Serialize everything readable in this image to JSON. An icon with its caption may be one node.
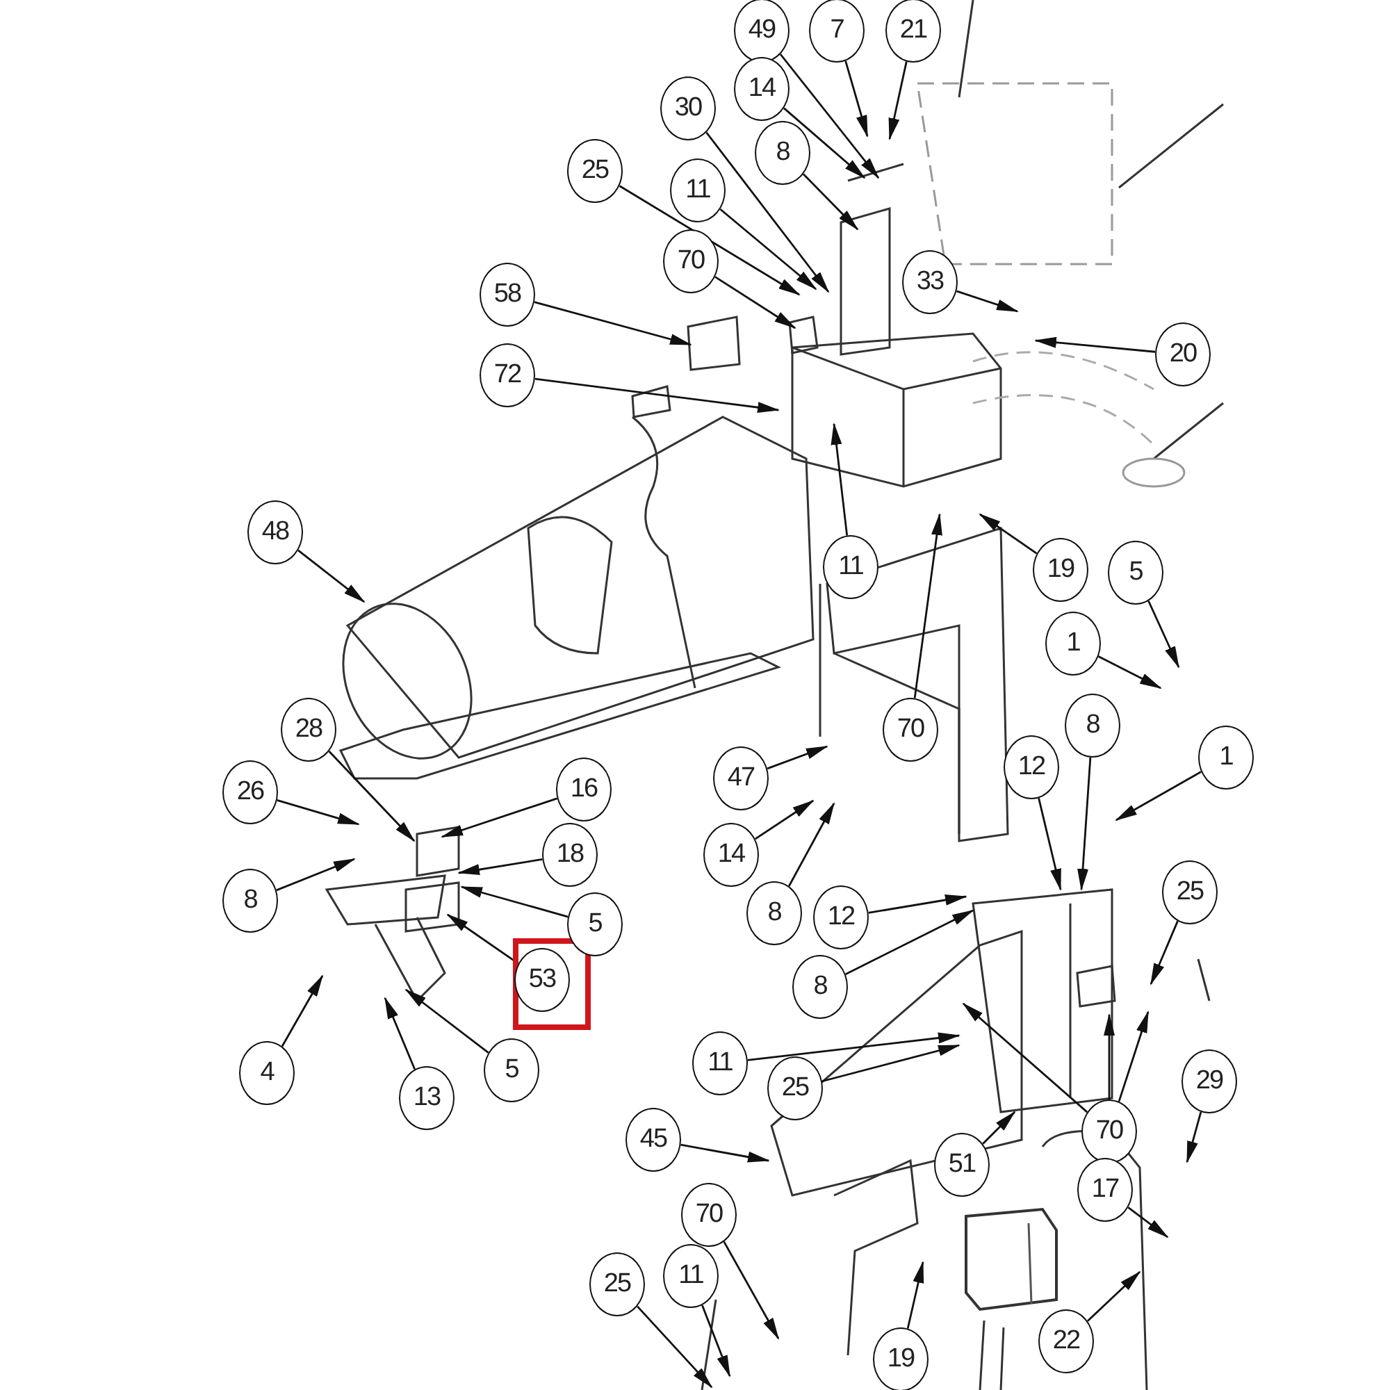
{
  "diagram": {
    "nodes": [
      {
        "text": [
          "49"
        ]
      },
      {
        "text": [
          "7"
        ]
      },
      {
        "text": [
          "21"
        ]
      },
      {
        "text": [
          "14"
        ]
      },
      {
        "text": [
          "30"
        ]
      },
      {
        "text": [
          "8"
        ]
      },
      {
        "text": [
          "25"
        ]
      },
      {
        "text": [
          "11"
        ]
      },
      {
        "text": [
          "70"
        ]
      },
      {
        "text": [
          "33"
        ]
      },
      {
        "text": [
          "20"
        ]
      },
      {
        "text": [
          "58"
        ]
      },
      {
        "text": [
          "72"
        ]
      },
      {
        "text": [
          "48"
        ]
      },
      {
        "text": [
          "11"
        ]
      },
      {
        "text": [
          "19"
        ]
      },
      {
        "text": [
          "70"
        ]
      },
      {
        "text": [
          "5"
        ]
      },
      {
        "text": [
          "1"
        ]
      },
      {
        "text": [
          "8"
        ]
      },
      {
        "text": [
          "12"
        ]
      },
      {
        "text": [
          "28"
        ]
      },
      {
        "text": [
          "26"
        ]
      },
      {
        "text": [
          "16"
        ]
      },
      {
        "text": [
          "18"
        ]
      },
      {
        "text": [
          "5"
        ]
      },
      {
        "text": [
          "8"
        ]
      },
      {
        "text": [
          "53"
        ]
      },
      {
        "text": [
          "4"
        ]
      },
      {
        "text": [
          "13"
        ]
      },
      {
        "text": [
          "5"
        ]
      },
      {
        "text": [
          "47"
        ]
      },
      {
        "text": [
          "14"
        ]
      },
      {
        "text": [
          "8"
        ]
      },
      {
        "text": [
          "12"
        ]
      },
      {
        "text": [
          "8"
        ]
      },
      {
        "text": [
          "11"
        ]
      },
      {
        "text": [
          "25"
        ]
      },
      {
        "text": [
          "45"
        ]
      },
      {
        "text": [
          "70"
        ]
      },
      {
        "text": [
          "25"
        ]
      },
      {
        "text": [
          "11"
        ]
      },
      {
        "text": [
          "51"
        ]
      },
      {
        "text": [
          "19"
        ]
      },
      {
        "text": [
          "70"
        ]
      },
      {
        "text": [
          "17"
        ]
      },
      {
        "text": [
          "22"
        ]
      },
      {
        "text": [
          "29"
        ]
      },
      {
        "text": [
          "25"
        ]
      },
      {
        "text": [
          "1"
        ]
      }
    ],
    "edges": [
      {
        "from": 0,
        "to": null,
        "arrow": "to"
      },
      {
        "from": 1,
        "to": null,
        "arrow": "to"
      },
      {
        "from": 2,
        "to": null,
        "arrow": "to"
      },
      {
        "from": 3,
        "to": null,
        "arrow": "to"
      },
      {
        "from": 4,
        "to": null,
        "arrow": "to"
      },
      {
        "from": 5,
        "to": null,
        "arrow": "to"
      },
      {
        "from": 6,
        "to": null,
        "arrow": "to"
      },
      {
        "from": 7,
        "to": null,
        "arrow": "to"
      },
      {
        "from": 8,
        "to": null,
        "arrow": "to"
      },
      {
        "from": 9,
        "to": null,
        "arrow": "to"
      },
      {
        "from": 10,
        "to": null,
        "arrow": "to"
      },
      {
        "from": 11,
        "to": null,
        "arrow": "to"
      },
      {
        "from": 12,
        "to": null,
        "arrow": "to"
      },
      {
        "from": 13,
        "to": null,
        "arrow": "to"
      },
      {
        "from": 14,
        "to": null,
        "arrow": "to"
      },
      {
        "from": 15,
        "to": null,
        "arrow": "to"
      },
      {
        "from": 16,
        "to": null,
        "arrow": "to"
      },
      {
        "from": 17,
        "to": null,
        "arrow": "to"
      },
      {
        "from": 18,
        "to": null,
        "arrow": "to"
      },
      {
        "from": 19,
        "to": null,
        "arrow": "to"
      },
      {
        "from": 20,
        "to": null,
        "arrow": "to"
      },
      {
        "from": 21,
        "to": null,
        "arrow": "to"
      },
      {
        "from": 22,
        "to": null,
        "arrow": "to"
      },
      {
        "from": 23,
        "to": null,
        "arrow": "to"
      },
      {
        "from": 24,
        "to": null,
        "arrow": "to"
      },
      {
        "from": 25,
        "to": null,
        "arrow": "to"
      },
      {
        "from": 26,
        "to": null,
        "arrow": "to"
      },
      {
        "from": 27,
        "to": null,
        "arrow": "to"
      },
      {
        "from": 28,
        "to": null,
        "arrow": "to"
      },
      {
        "from": 29,
        "to": null,
        "arrow": "to"
      },
      {
        "from": 30,
        "to": null,
        "arrow": "to"
      },
      {
        "from": 31,
        "to": null,
        "arrow": "to"
      },
      {
        "from": 32,
        "to": null,
        "arrow": "to"
      },
      {
        "from": 33,
        "to": null,
        "arrow": "to"
      },
      {
        "from": 34,
        "to": null,
        "arrow": "to"
      },
      {
        "from": 35,
        "to": null,
        "arrow": "to"
      },
      {
        "from": 36,
        "to": null,
        "arrow": "to"
      },
      {
        "from": 37,
        "to": null,
        "arrow": "to"
      },
      {
        "from": 38,
        "to": null,
        "arrow": "to"
      },
      {
        "from": 39,
        "to": null,
        "arrow": "to"
      },
      {
        "from": 40,
        "to": null,
        "arrow": "to"
      },
      {
        "from": 41,
        "to": null,
        "arrow": "to"
      },
      {
        "from": 42,
        "to": null,
        "arrow": "to"
      },
      {
        "from": 43,
        "to": null,
        "arrow": "to"
      },
      {
        "from": 44,
        "to": null,
        "arrow": "to"
      },
      {
        "from": 44,
        "to": null,
        "arrow": "to"
      },
      {
        "from": 44,
        "to": null,
        "arrow": "to"
      },
      {
        "from": 45,
        "to": null,
        "arrow": "to"
      },
      {
        "from": 46,
        "to": null,
        "arrow": "to"
      },
      {
        "from": 47,
        "to": null,
        "arrow": "to"
      },
      {
        "from": 48,
        "to": null,
        "arrow": "to"
      },
      {
        "from": 49,
        "to": null,
        "arrow": "to"
      }
    ]
  }
}
